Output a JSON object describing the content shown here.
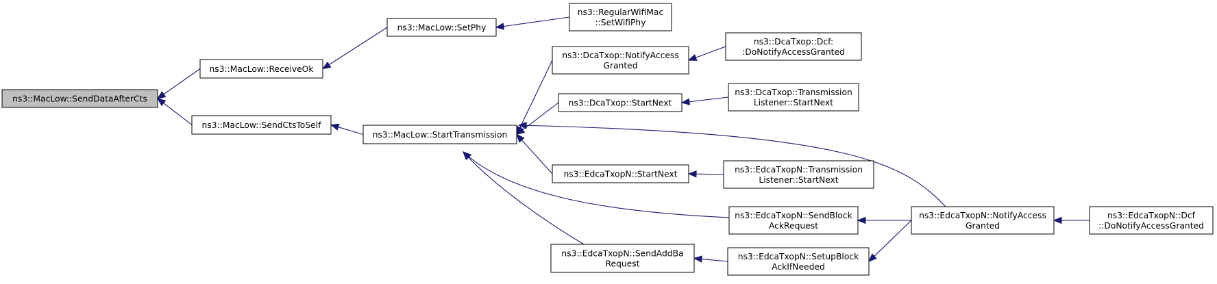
{
  "graph": {
    "edge_color": "#191970",
    "root_fill": "#bfbfbf",
    "nodes": [
      {
        "id": "sdac",
        "lines": [
          "ns3::MacLow::SendDataAfterCts"
        ],
        "root": true
      },
      {
        "id": "rok",
        "lines": [
          "ns3::MacLow::ReceiveOk"
        ]
      },
      {
        "id": "cts",
        "lines": [
          "ns3::MacLow::SendCtsToSelf"
        ]
      },
      {
        "id": "phy",
        "lines": [
          "ns3::MacLow::SetPhy"
        ]
      },
      {
        "id": "rwm",
        "lines": [
          "ns3::RegularWifiMac",
          "::SetWifiPhy"
        ]
      },
      {
        "id": "st",
        "lines": [
          "ns3::MacLow::StartTransmission"
        ]
      },
      {
        "id": "dna",
        "lines": [
          "ns3::DcaTxop::NotifyAccess",
          "Granted"
        ]
      },
      {
        "id": "ddna",
        "lines": [
          "ns3::DcaTxop::Dcf:",
          ":DoNotifyAccessGranted"
        ]
      },
      {
        "id": "dsn",
        "lines": [
          "ns3::DcaTxop::StartNext"
        ]
      },
      {
        "id": "dtl",
        "lines": [
          "ns3::DcaTxop::Transmission",
          "Listener::StartNext"
        ]
      },
      {
        "id": "esn",
        "lines": [
          "ns3::EdcaTxopN::StartNext"
        ]
      },
      {
        "id": "etl",
        "lines": [
          "ns3::EdcaTxopN::Transmission",
          "Listener::StartNext"
        ]
      },
      {
        "id": "sbar",
        "lines": [
          "ns3::EdcaTxopN::SendBlock",
          "AckRequest"
        ]
      },
      {
        "id": "ena",
        "lines": [
          "ns3::EdcaTxopN::NotifyAccess",
          "Granted"
        ]
      },
      {
        "id": "edna",
        "lines": [
          "ns3::EdcaTxopN::Dcf",
          "::DoNotifyAccessGranted"
        ]
      },
      {
        "id": "saba",
        "lines": [
          "ns3::EdcaTxopN::SendAddBa",
          "Request"
        ]
      },
      {
        "id": "sbai",
        "lines": [
          "ns3::EdcaTxopN::SetupBlock",
          "AckIfNeeded"
        ]
      }
    ],
    "edges": [
      {
        "from": "rok",
        "to": "sdac"
      },
      {
        "from": "cts",
        "to": "sdac"
      },
      {
        "from": "phy",
        "to": "rok"
      },
      {
        "from": "rwm",
        "to": "phy"
      },
      {
        "from": "st",
        "to": "cts"
      },
      {
        "from": "dna",
        "to": "st"
      },
      {
        "from": "dsn",
        "to": "st"
      },
      {
        "from": "esn",
        "to": "st"
      },
      {
        "from": "sbar",
        "to": "st"
      },
      {
        "from": "saba",
        "to": "st"
      },
      {
        "from": "ena",
        "to": "st"
      },
      {
        "from": "ddna",
        "to": "dna"
      },
      {
        "from": "dtl",
        "to": "dsn"
      },
      {
        "from": "etl",
        "to": "esn"
      },
      {
        "from": "ena",
        "to": "sbar"
      },
      {
        "from": "sbai",
        "to": "saba"
      },
      {
        "from": "ena",
        "to": "sbai"
      },
      {
        "from": "edna",
        "to": "ena"
      }
    ]
  }
}
